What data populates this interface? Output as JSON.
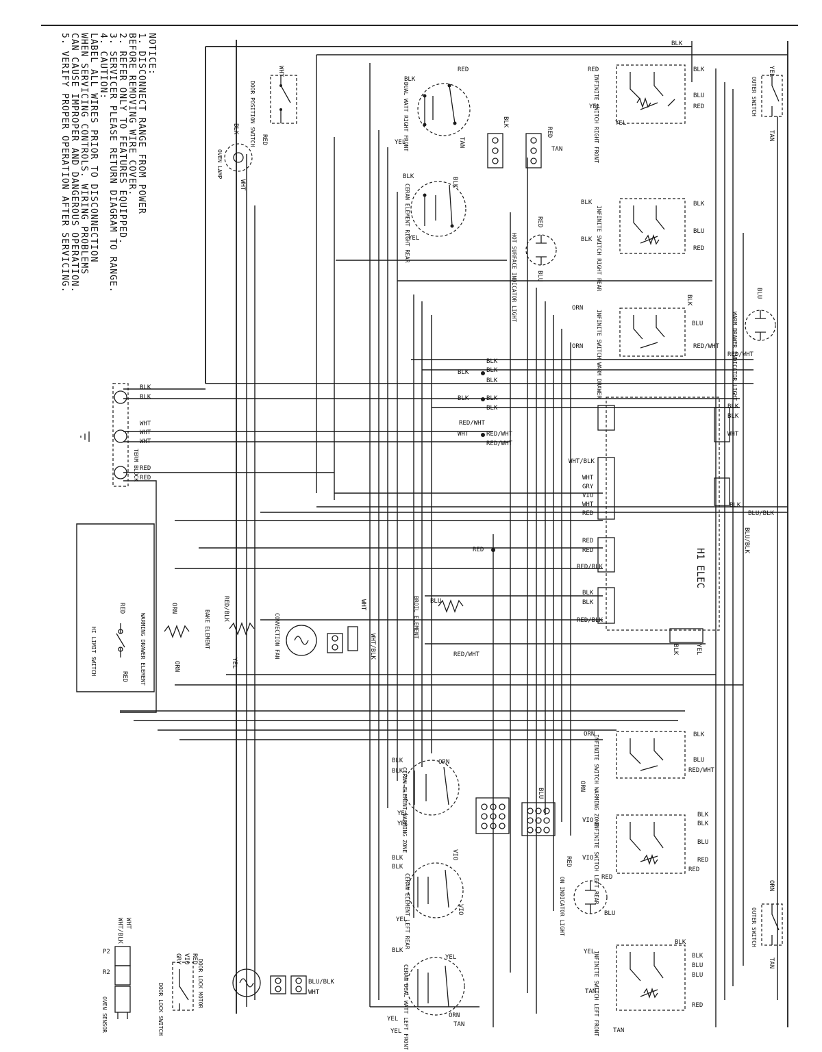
{
  "notice": {
    "heading": "NOTICE:",
    "lines": [
      "1. DISCONNECT RANGE FROM POWER",
      "   BEFORE REMOVING WIRE COVER.",
      "2. REFER ONLY TO FEATURES EQUIPPED.",
      "3. SERVICER PLEASE RETURN DIAGRAM TO RANGE.",
      "4. CAUTION:",
      "   LABEL ALL WIRES PRIOR TO DISCONNECTION",
      "   WHEN SERVICING CONTROLS. WIRING PROBLEMS",
      "   CAN CAUSE IMPROPER AND DANGEROUS OPERATION.",
      "5. VERIFY PROPER OPERATION AFTER SERVICING."
    ]
  },
  "components": {
    "door_position_switch": "DOOR POSITION SWITCH",
    "oven_lamp": "OVEN LAMP",
    "term_block": "TERM BLOCK",
    "outer_switch_top": "OUTER SWITCH",
    "outer_switch_bottom": "OUTER SWITCH",
    "infinite_right_front": "INFINITE SWITCH RIGHT FRONT",
    "infinite_right_rear": "INFINITE SWITCH RIGHT REAR",
    "infinite_warm_drawer": "INFINITE SWITCH WARM DRAWER",
    "infinite_warming_zone": "INFINITE SWITCH WARMING ZONE",
    "infinite_left_rear": "INFINITE SWITCH LEFT REAR",
    "infinite_left_front": "INFINITE SWITCH LEFT FRONT",
    "element_right_front": "DUAL WATT RIGHT FRONT",
    "element_right_rear": "CERAN ELEMENT RIGHT REAR",
    "element_warming_zone": "CERAN ELEMENT WARMING ZONE",
    "element_left_rear": "CERAN ELEMENT LEFT REAR",
    "element_left_front": "CERAN DUAL WATT LEFT FRONT",
    "hot_surface_light": "HOT SURFACE INDICATOR LIGHT",
    "warm_drawer_light": "WARM DRAWER INDICATOR LIGHT",
    "on_indicator_light": "ON INDICATOR LIGHT",
    "h1_elec": "H1 ELEC",
    "broil_element": "BROIL ELEMENT",
    "convection_fan": "CONVECTION FAN",
    "bake_element": "BAKE ELEMENT",
    "warming_drawer_element": "WARMING DRAWER ELEMENT",
    "hi_limit_switch": "HI LIMIT SWITCH",
    "door_lock_motor": "DOOR LOCK MOTOR",
    "door_lock_switch": "DOOR LOCK SWITCH",
    "oven_sensor": "OVEN SENSOR"
  },
  "wire_colors": {
    "blk": "BLK",
    "wht": "WHT",
    "red": "RED",
    "yel": "YEL",
    "blu": "BLU",
    "tan": "TAN",
    "orn": "ORN",
    "vio": "VIO",
    "gry": "GRY",
    "red_wht": "RED/WHT",
    "wht_blk": "WHT/BLK",
    "blu_blk": "BLU/BLK",
    "red_blk": "RED/BLK"
  },
  "connectors": {
    "p2": "P2",
    "r2": "R2"
  }
}
